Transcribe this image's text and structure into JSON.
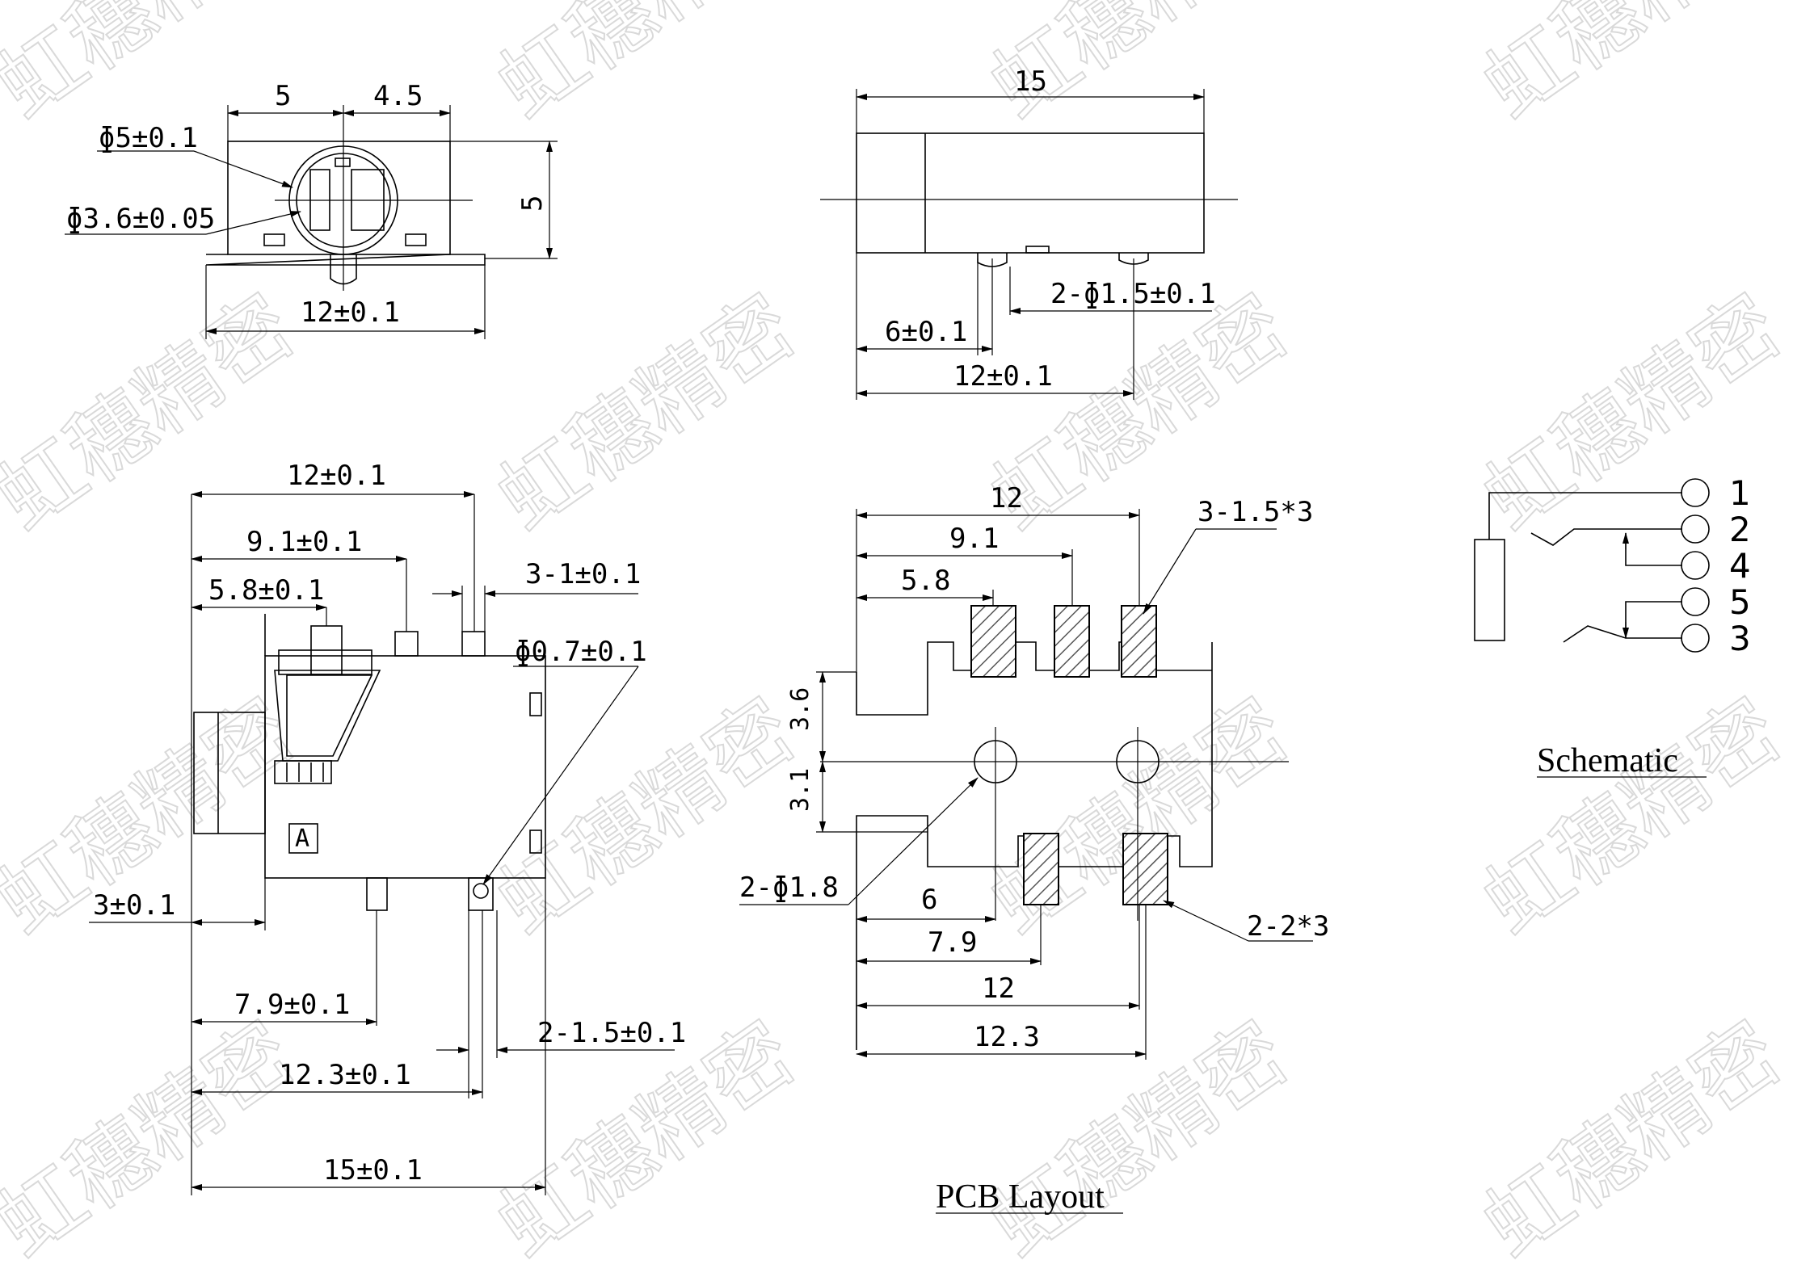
{
  "watermark": {
    "text": "虹穗精密"
  },
  "front_view": {
    "dim_left_width": "5",
    "dim_right_width": "4.5",
    "dim_outer_dia": "ɸ5±0.1",
    "dim_inner_dia": "ɸ3.6±0.05",
    "dim_height": "5",
    "dim_total_width": "12±0.1"
  },
  "side_view": {
    "dim_length": "15",
    "dim_pin_dia": "2-ɸ1.5±0.1",
    "dim_pin_pos": "6±0.1",
    "dim_pin_span": "12±0.1"
  },
  "top_view": {
    "dim_body": "12±0.1",
    "dim_9_1": "9.1±0.1",
    "dim_5_8": "5.8±0.1",
    "dim_pin_width": "3-1±0.1",
    "dim_hole": "ɸ0.7±0.1",
    "dim_3": "3±0.1",
    "dim_7_9": "7.9±0.1",
    "dim_pin2": "2-1.5±0.1",
    "dim_12_3": "12.3±0.1",
    "dim_total": "15±0.1",
    "body_mark": "A"
  },
  "pcb_layout": {
    "title": "PCB Layout",
    "dim_12_top": "12",
    "dim_9_1": "9.1",
    "dim_5_8": "5.8",
    "dim_pad_top": "3-1.5*3",
    "dim_3_6": "3.6",
    "dim_3_1": "3.1",
    "dim_holes": "2-ɸ1.8",
    "dim_6": "6",
    "dim_7_9": "7.9",
    "dim_12_bottom": "12",
    "dim_12_3": "12.3",
    "dim_pad_bottom": "2-2*3"
  },
  "schematic": {
    "title": "Schematic",
    "pins": [
      "1",
      "2",
      "4",
      "5",
      "3"
    ]
  }
}
